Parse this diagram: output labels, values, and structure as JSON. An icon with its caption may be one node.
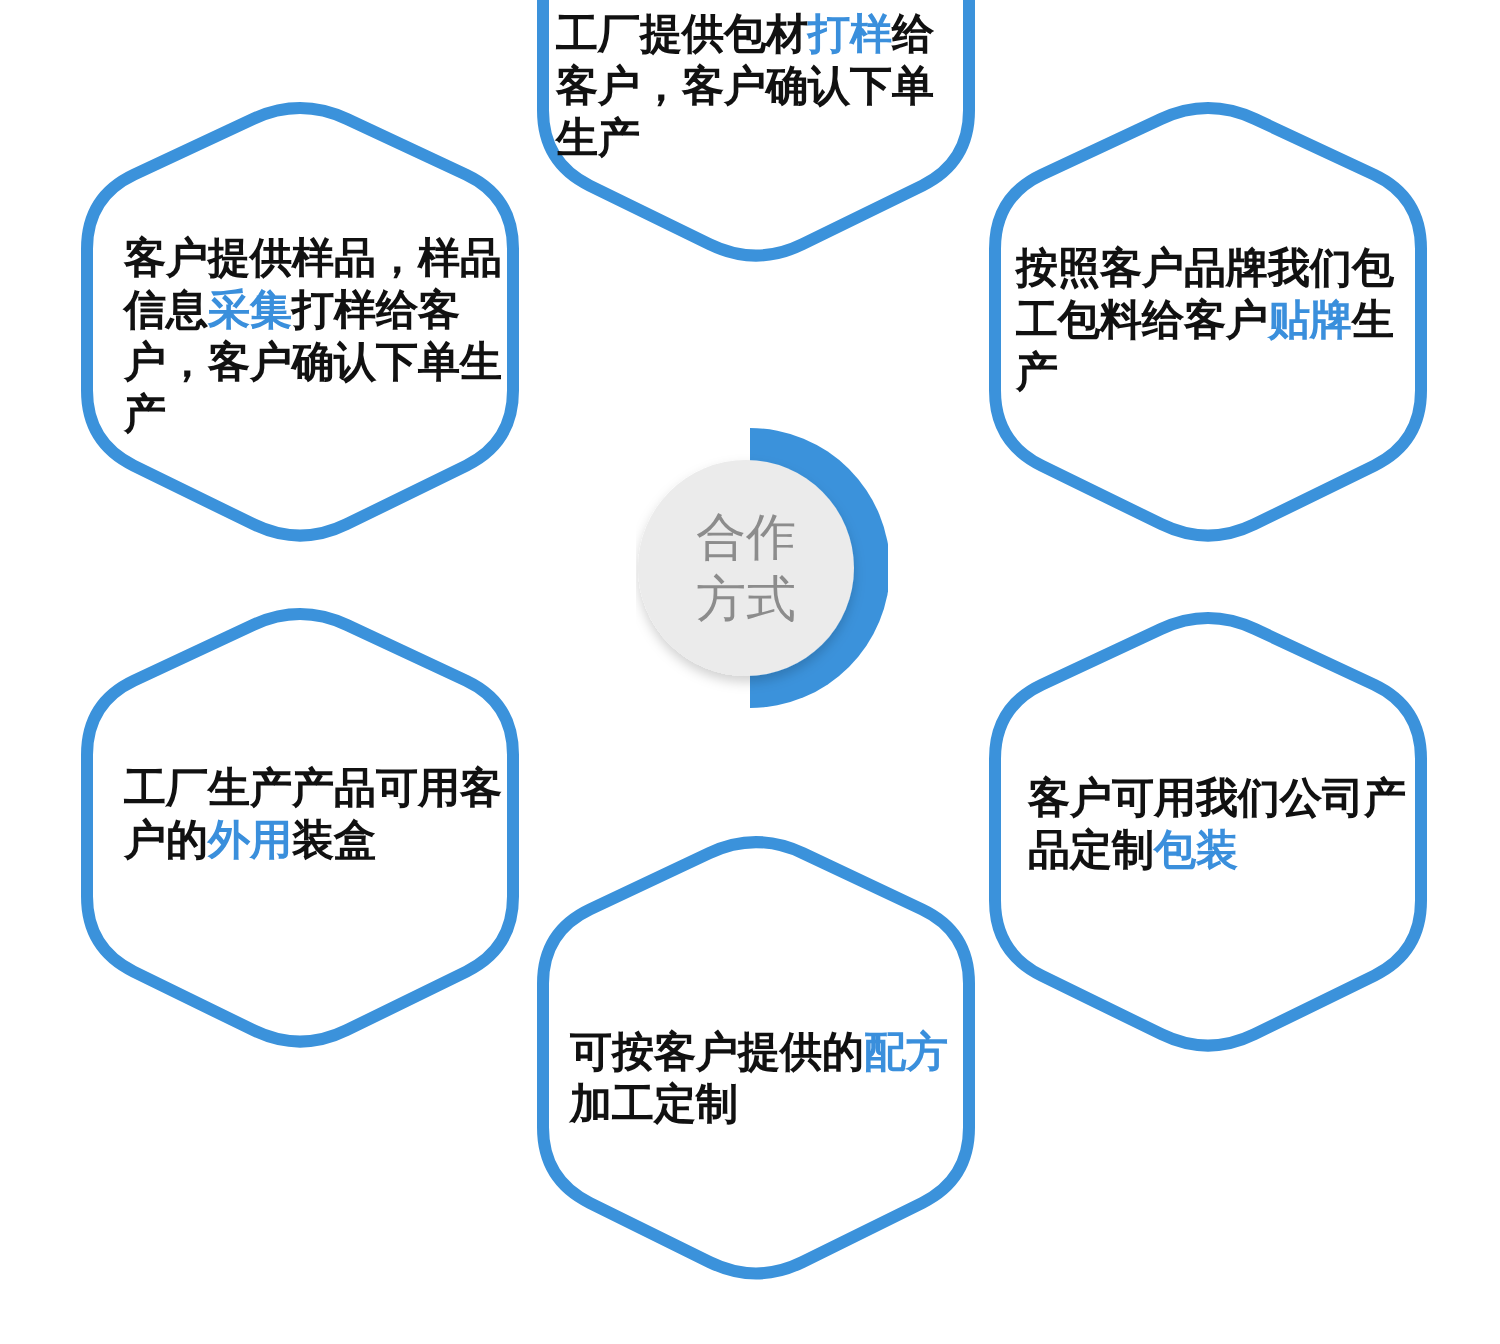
{
  "diagram": {
    "nodes": [
      {
        "text": [
          "工厂提供包材**打样**给客户，客户确认下单生产"
        ]
      },
      {
        "text": [
          "客户提供样品，样品信息**采集**打样给客户，客户确认下单生产"
        ]
      },
      {
        "text": [
          "按照客户品牌我们包工包料给客户**贴牌**生产"
        ]
      },
      {
        "text": [
          "合作方式"
        ]
      },
      {
        "text": [
          "工厂生产产品可用客户的**外用**装盒"
        ]
      },
      {
        "text": [
          "客户可用我们公司产品定制**包装**"
        ]
      },
      {
        "text": [
          "可按客户提供的**配方**加工定制"
        ]
      }
    ]
  }
}
